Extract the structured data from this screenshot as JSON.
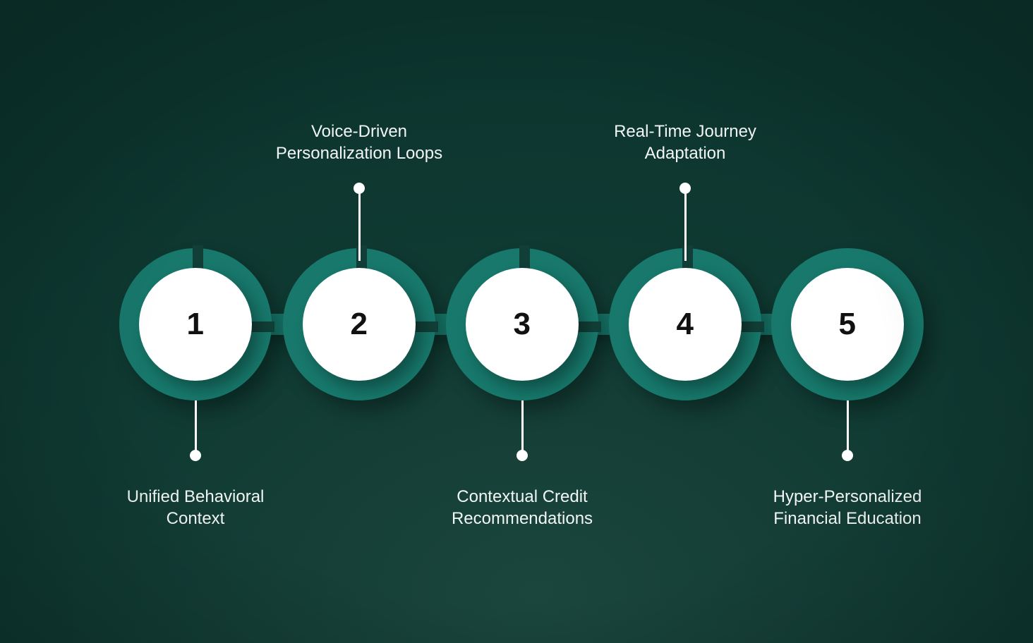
{
  "theme": {
    "background_dark": "#0d3b33",
    "background_light": "#1a463d",
    "ring_teal": "#17786b",
    "disc_white": "#ffffff",
    "number_color": "#111111",
    "caption_color": "#f2f6f4",
    "leader_color": "#ffffff"
  },
  "diagram": {
    "type": "linked-chain-process",
    "orientation": "horizontal",
    "step_count": 5,
    "steps": [
      {
        "number": "1",
        "label": "Unified Behavioral\nContext",
        "label_position": "below"
      },
      {
        "number": "2",
        "label": "Voice-Driven\nPersonalization Loops",
        "label_position": "above"
      },
      {
        "number": "3",
        "label": "Contextual Credit\nRecommendations",
        "label_position": "below"
      },
      {
        "number": "4",
        "label": "Real-Time Journey\nAdaptation",
        "label_position": "above"
      },
      {
        "number": "5",
        "label": "Hyper-Personalized\nFinancial Education",
        "label_position": "below"
      }
    ]
  }
}
